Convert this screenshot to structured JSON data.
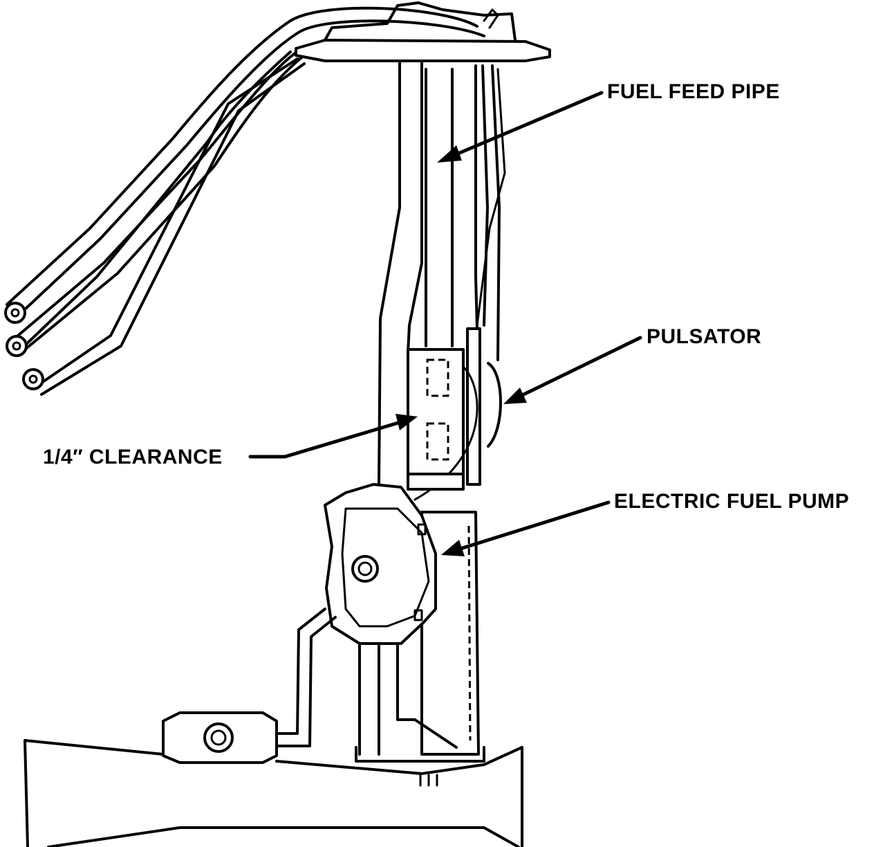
{
  "labels": {
    "fuel_feed_pipe": "FUEL FEED PIPE",
    "pulsator": "PULSATOR",
    "clearance": "1/4″ CLEARANCE",
    "electric_fuel_pump": "ELECTRIC FUEL PUMP"
  },
  "colors": {
    "line": "#000000",
    "background": "#ffffff"
  }
}
